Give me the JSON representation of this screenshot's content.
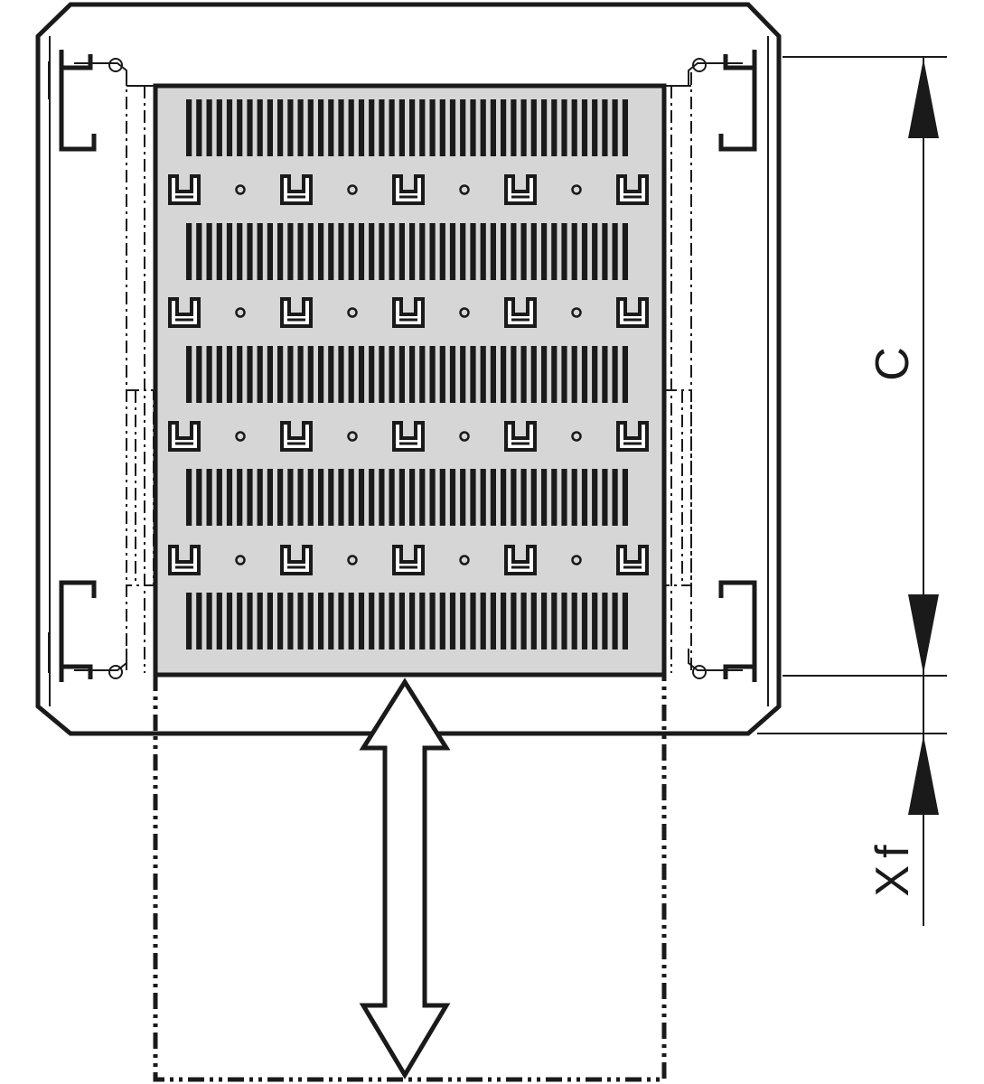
{
  "colors": {
    "line": "#1a1a1a",
    "panel": "#d6d6d6",
    "background": "#ffffff"
  },
  "dimensions": {
    "c_label": "C",
    "xf_label": "Xf"
  },
  "panel": {
    "slot_rows": 5,
    "clip_rows": 4,
    "clips_per_row": 5,
    "slots_per_row": 44
  },
  "icons": {
    "dimension_arrow": "arrowhead",
    "slide_arrow": "double-arrow"
  }
}
